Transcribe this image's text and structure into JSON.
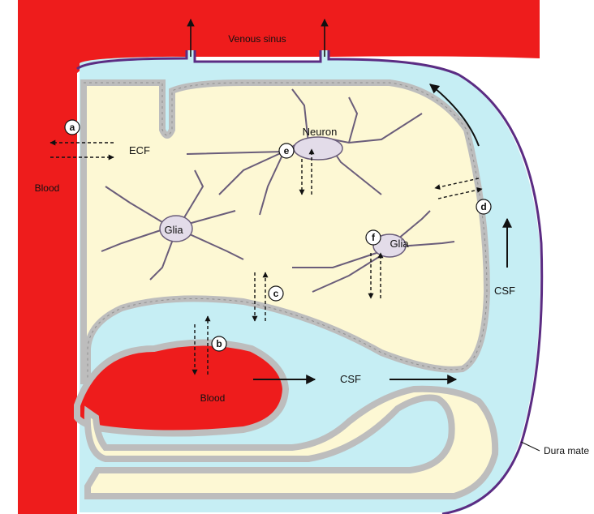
{
  "labels": {
    "venous_sinus": "Venous sinus",
    "neuron": "Neuron",
    "ecf": "ECF",
    "blood_left": "Blood",
    "glia_left": "Glia",
    "glia_right": "Glia",
    "csf_right": "CSF",
    "csf_bottom": "CSF",
    "blood_bottom": "Blood",
    "dura_mater": "Dura mate"
  },
  "markers": {
    "a": "a",
    "b": "b",
    "c": "c",
    "d": "d",
    "e": "e",
    "f": "f"
  },
  "colors": {
    "blood": "#ee1c1c",
    "csf": "#c6eef4",
    "ecf": "#fdf8d4",
    "membrane": "#c9c9c9",
    "cell": "#e3dce9",
    "dura": "#5b2c83"
  }
}
